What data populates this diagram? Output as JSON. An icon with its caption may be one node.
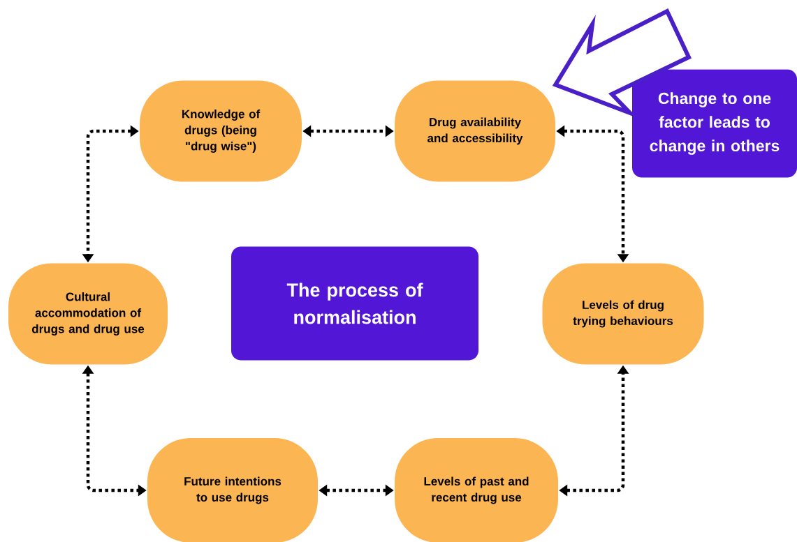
{
  "diagram": {
    "nodes": [
      {
        "text": [
          "Knowledge of drugs (being \"drug wise\")"
        ]
      },
      {
        "text": [
          "Drug availability and accessibility"
        ]
      },
      {
        "text": [
          "Change to one factor leads to change in others"
        ]
      },
      {
        "text": [
          "The process of normalisation"
        ]
      },
      {
        "text": [
          "Cultural accommodation of drugs and drug use"
        ]
      },
      {
        "text": [
          "Levels of drug trying behaviours"
        ]
      },
      {
        "text": [
          "Future intentions to use drugs"
        ]
      },
      {
        "text": [
          "Levels of past and recent drug use"
        ]
      }
    ],
    "edges": [
      {
        "from": 0,
        "to": 1,
        "arrow": "both"
      },
      {
        "from": 1,
        "to": 5,
        "arrow": "both"
      },
      {
        "from": 0,
        "to": 4,
        "arrow": "both"
      },
      {
        "from": 4,
        "to": 6,
        "arrow": "both"
      },
      {
        "from": 6,
        "to": 7,
        "arrow": "both"
      },
      {
        "from": 7,
        "to": 5,
        "arrow": "both"
      },
      {
        "from": null,
        "to": 1,
        "arrow": "to",
        "style": "thick",
        "color": "#4a1fc8"
      }
    ]
  }
}
